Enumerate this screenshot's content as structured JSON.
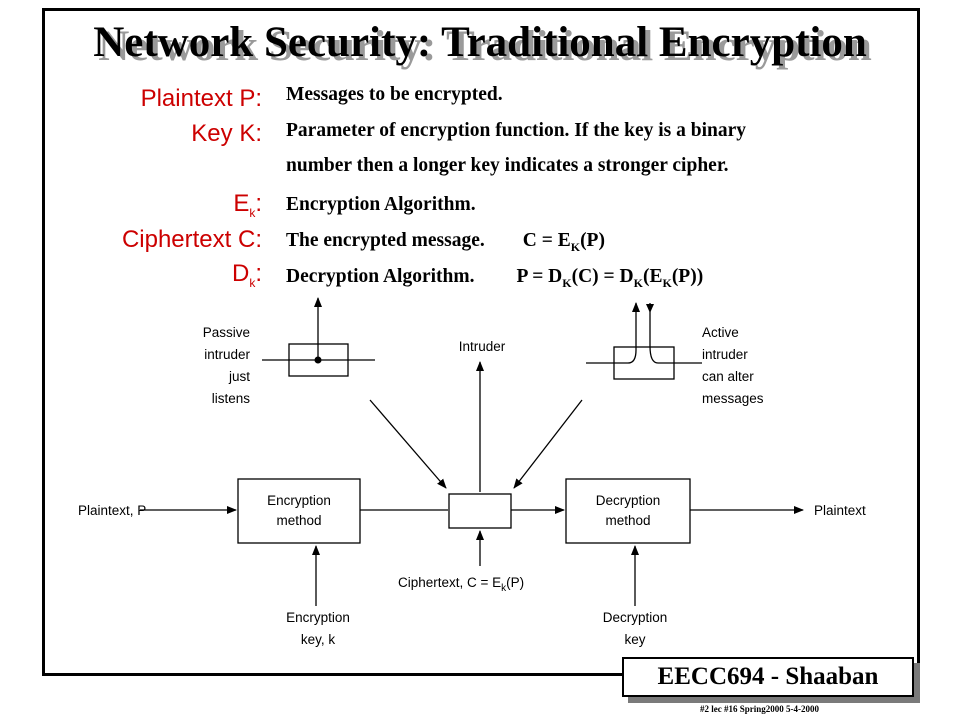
{
  "slide": {
    "title": "Network Security: Traditional Encryption",
    "definitions": [
      {
        "term": "Plaintext   P:",
        "lines": [
          "Messages to be encrypted."
        ]
      },
      {
        "term": "Key  K:",
        "lines": [
          "Parameter of encryption function. If the key is a binary",
          "number  then a longer key indicates a stronger cipher."
        ]
      },
      {
        "term": "E",
        "term_sub": "k",
        "term_suffix": ":",
        "lines": [
          "Encryption Algorithm."
        ]
      },
      {
        "term": "Ciphertext  C:",
        "lines": [
          "The encrypted message."
        ]
      },
      {
        "term": "D",
        "term_sub": "k",
        "term_suffix": ":",
        "lines": [
          "Decryption Algorithm."
        ]
      }
    ],
    "formulas": {
      "ciphertext": {
        "a": "C = E",
        "sub": "K",
        "b": "(P)"
      },
      "decryption": {
        "a": "P = D",
        "sub1": "K",
        "b": "(C)   =  D",
        "sub2": "K",
        "c": "(E",
        "sub3": "K",
        "d": "(P))"
      }
    }
  },
  "diagram": {
    "passive_label": [
      "Passive",
      "intruder",
      "just",
      "listens"
    ],
    "intruder_label": "Intruder",
    "active_label": [
      "Active",
      "intruder",
      "can alter",
      "messages"
    ],
    "plaintext_in": "Plaintext, P",
    "plaintext_out": "Plaintext",
    "encryption_method": [
      "Encryption",
      "method"
    ],
    "decryption_method": [
      "Decryption",
      "method"
    ],
    "ciphertext_label": "Ciphertext, C = E",
    "ciphertext_sub": "k",
    "ciphertext_suffix": "(P)",
    "encryption_key": [
      "Encryption",
      "key, k"
    ],
    "decryption_key": [
      "Decryption",
      "key"
    ]
  },
  "footer": {
    "course": "EECC694 - Shaaban",
    "note": "#2  lec #16  Spring2000   5-4-2000"
  }
}
